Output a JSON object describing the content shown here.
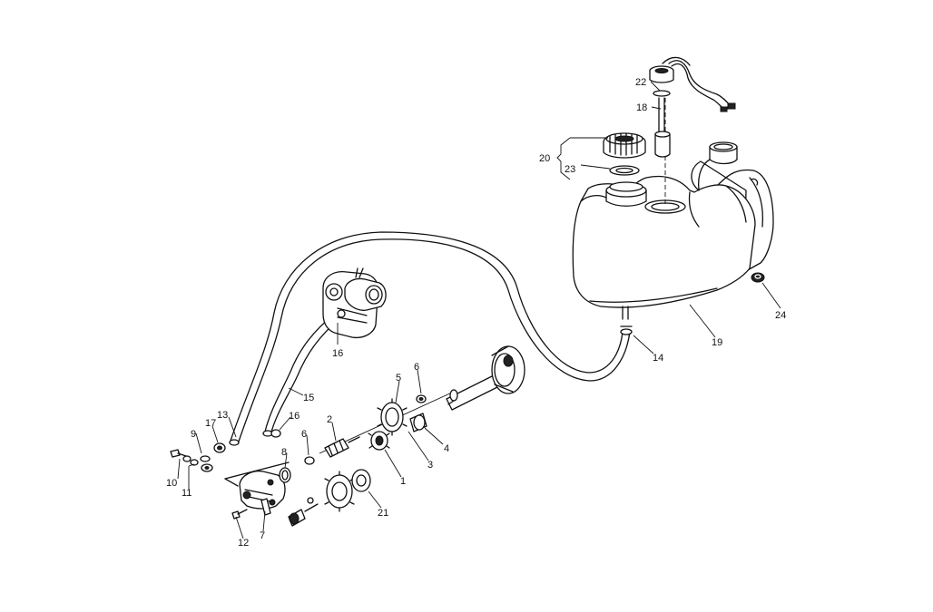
{
  "diagram": {
    "labels": {
      "p1": "1",
      "p2": "2",
      "p3": "3",
      "p4": "4",
      "p5": "5",
      "p6a": "6",
      "p6b": "6",
      "p7": "7",
      "p8": "8",
      "p9": "9",
      "p10": "10",
      "p11": "11",
      "p12": "12",
      "p13": "13",
      "p14": "14",
      "p15": "15",
      "p16a": "16",
      "p16b": "16",
      "p17": "17",
      "p18": "18",
      "p19": "19",
      "p20": "20",
      "p21": "21",
      "p22": "22",
      "p23": "23",
      "p24": "24"
    }
  }
}
